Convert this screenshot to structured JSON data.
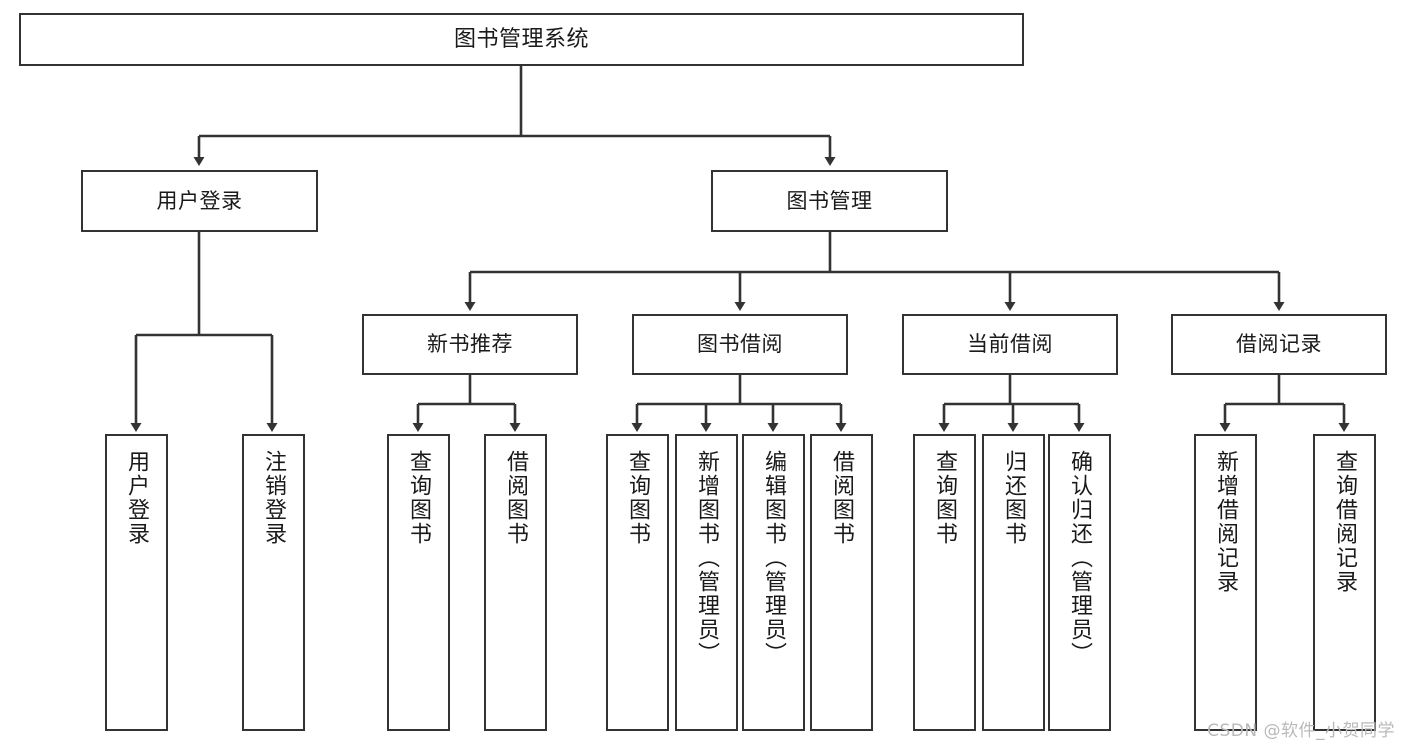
{
  "diagram": {
    "title": "图书管理系统",
    "type": "tree",
    "orientation": "top-down",
    "line_color": "#333333",
    "box_fill": "#ffffff",
    "text_color": "#1a1a1a",
    "levels": 4
  },
  "nodes": {
    "root": {
      "label": "图书管理系统"
    },
    "level2": [
      {
        "id": "user-login",
        "label": "用户登录"
      },
      {
        "id": "book-manage",
        "label": "图书管理"
      }
    ],
    "level3": [
      {
        "id": "new-book-recommend",
        "label": "新书推荐",
        "parent": "book-manage"
      },
      {
        "id": "book-borrow",
        "label": "图书借阅",
        "parent": "book-manage"
      },
      {
        "id": "current-borrow",
        "label": "当前借阅",
        "parent": "book-manage"
      },
      {
        "id": "borrow-record",
        "label": "借阅记录",
        "parent": "book-manage"
      }
    ],
    "leaves": [
      {
        "id": "leaf-user-login",
        "label": "用户登录",
        "parent": "user-login"
      },
      {
        "id": "leaf-logout",
        "label": "注销登录",
        "parent": "user-login"
      },
      {
        "id": "leaf-query-book-1",
        "label": "查询图书",
        "parent": "new-book-recommend"
      },
      {
        "id": "leaf-borrow-book-1",
        "label": "借阅图书",
        "parent": "new-book-recommend"
      },
      {
        "id": "leaf-query-book-2",
        "label": "查询图书",
        "parent": "book-borrow"
      },
      {
        "id": "leaf-add-book",
        "label": "新增图书（管理员）",
        "parent": "book-borrow"
      },
      {
        "id": "leaf-edit-book",
        "label": "编辑图书（管理员）",
        "parent": "book-borrow"
      },
      {
        "id": "leaf-borrow-book-2",
        "label": "借阅图书",
        "parent": "book-borrow"
      },
      {
        "id": "leaf-query-book-3",
        "label": "查询图书",
        "parent": "current-borrow"
      },
      {
        "id": "leaf-return-book",
        "label": "归还图书",
        "parent": "current-borrow"
      },
      {
        "id": "leaf-confirm-return",
        "label": "确认归还（管理员）",
        "parent": "current-borrow"
      },
      {
        "id": "leaf-add-record",
        "label": "新增借阅记录",
        "parent": "borrow-record"
      },
      {
        "id": "leaf-query-record",
        "label": "查询借阅记录",
        "parent": "borrow-record"
      }
    ]
  },
  "watermark": {
    "text": "CSDN @软件_小贺同学"
  }
}
